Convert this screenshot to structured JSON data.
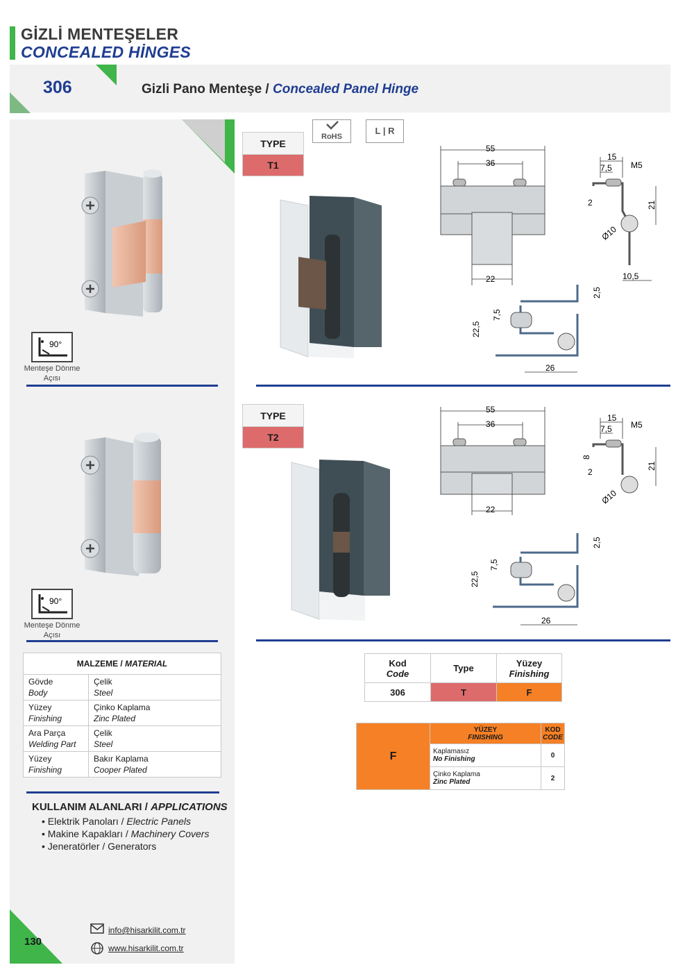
{
  "header": {
    "title_tr": "GİZLİ MENTEŞELER",
    "title_en": "CONCEALED HİNGES"
  },
  "product": {
    "code": "306",
    "name_tr": "Gizli Pano Menteşe /",
    "name_en": "Concealed Panel Hinge"
  },
  "badges": {
    "rohs": "RoHS",
    "left": "L",
    "right": "R"
  },
  "types": [
    {
      "header": "TYPE",
      "value": "T1"
    },
    {
      "header": "TYPE",
      "value": "T2"
    }
  ],
  "angle": {
    "value": "90°",
    "caption_line1": "Menteşe Dönme",
    "caption_line2": "Açısı"
  },
  "dimensions": {
    "t1": {
      "w55": "55",
      "w36": "36",
      "w22": "22",
      "s15": "15",
      "s7_5": "7,5",
      "m5": "M5",
      "s2": "2",
      "h21": "21",
      "d10": "Ø10",
      "s10_5": "10,5",
      "s2_5": "2,5",
      "h7_5": "7,5",
      "h22_5": "22,5",
      "w26": "26"
    },
    "t2": {
      "w55": "55",
      "w36": "36",
      "w22": "22",
      "s15": "15",
      "s7_5": "7,5",
      "m5": "M5",
      "s8": "8",
      "s2": "2",
      "h21": "21",
      "d10": "Ø10",
      "s2_5": "2,5",
      "h7_5": "7,5",
      "h22_5": "22,5",
      "w26": "26"
    }
  },
  "material": {
    "title_tr": "MALZEME /",
    "title_en": "MATERIAL",
    "rows": [
      {
        "k_tr": "Gövde",
        "k_en": "Body",
        "v_tr": "Çelik",
        "v_en": "Steel"
      },
      {
        "k_tr": "Yüzey",
        "k_en": "Finishing",
        "v_tr": "Çinko Kaplama",
        "v_en": "Zinc Plated"
      },
      {
        "k_tr": "Ara Parça",
        "k_en": "Welding Part",
        "v_tr": "Çelik",
        "v_en": "Steel"
      },
      {
        "k_tr": "Yüzey",
        "k_en": "Finishing",
        "v_tr": "Bakır Kaplama",
        "v_en": "Cooper Plated"
      }
    ]
  },
  "applications": {
    "title_tr": "KULLANIM ALANLARI /",
    "title_en": "APPLICATIONS",
    "items": [
      {
        "tr": "• Elektrik Panoları /",
        "en": "Electric Panels"
      },
      {
        "tr": "• Makine Kapakları /",
        "en": "Machinery Covers"
      },
      {
        "tr": "• Jeneratörler /",
        "en": "Generators"
      }
    ]
  },
  "code_table": {
    "h_kod": "Kod",
    "h_code": "Code",
    "h_type": "Type",
    "h_yuzey": "Yüzey",
    "h_finishing": "Finishing",
    "v_code": "306",
    "v_type": "T",
    "v_fin": "F"
  },
  "finishing_table": {
    "letter": "F",
    "h_yuzey": "YÜZEY",
    "h_finishing": "FINISHING",
    "h_kod": "KOD",
    "h_code": "CODE",
    "rows": [
      {
        "tr": "Kaplamasız",
        "en": "No Finishing",
        "code": "0"
      },
      {
        "tr": "Çinko Kaplama",
        "en": "Zinc Plated",
        "code": "2"
      }
    ]
  },
  "footer": {
    "page": "130",
    "email": "info@hisarkilit.com.tr",
    "web": "www.hisarkilit.com.tr"
  },
  "colors": {
    "green": "#3fb54a",
    "navy": "#1f3d91",
    "type_red": "#dd6b6b",
    "orange": "#f58025"
  }
}
